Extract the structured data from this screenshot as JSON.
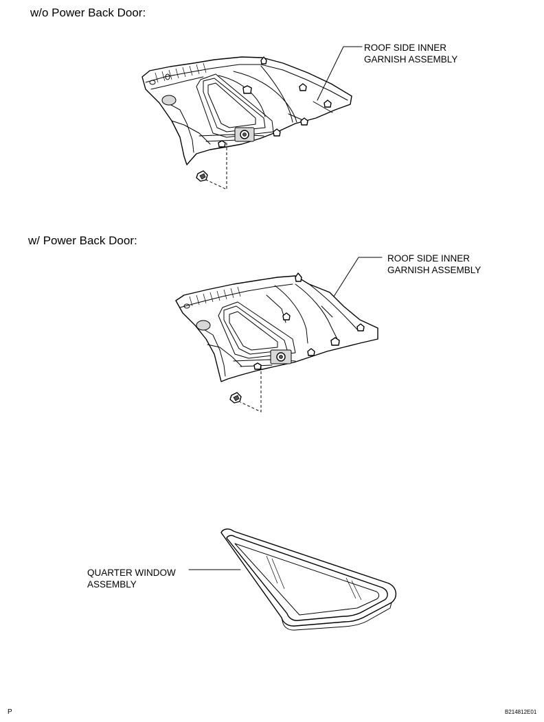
{
  "sections": {
    "without_power_door": "w/o Power Back Door:",
    "with_power_door": "w/ Power Back Door:"
  },
  "labels": {
    "garnish_1": [
      "ROOF SIDE INNER",
      "GARNISH ASSEMBLY"
    ],
    "garnish_2": [
      "ROOF SIDE INNER",
      "GARNISH ASSEMBLY"
    ],
    "quarter_window": [
      "QUARTER WINDOW",
      "ASSEMBLY"
    ]
  },
  "footer": {
    "left": "P",
    "code": "B214812E01"
  }
}
